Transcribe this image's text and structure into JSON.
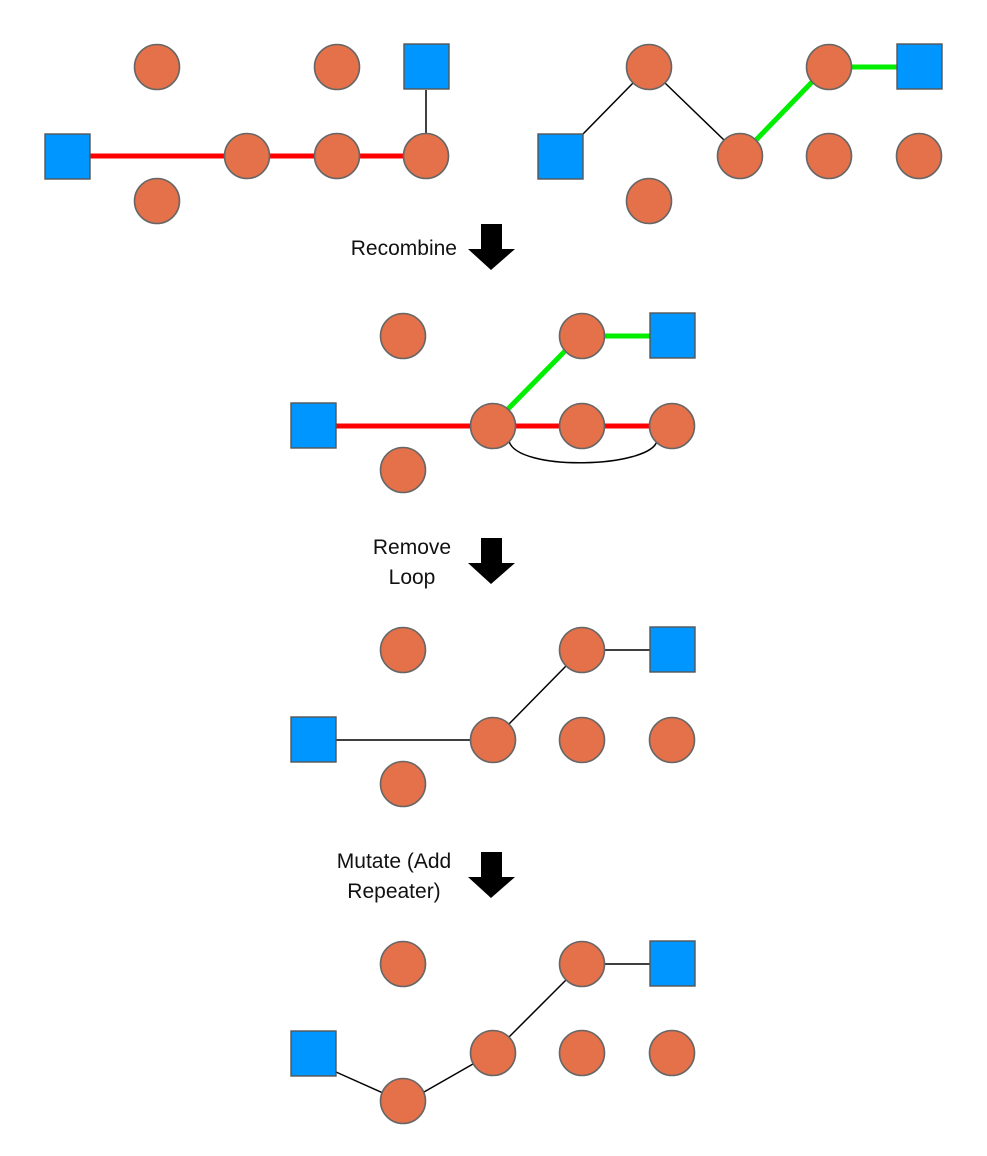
{
  "colors": {
    "background": "#ffffff",
    "node": "#e4714a",
    "terminal": "#0096ff",
    "path_red": "#ff0000",
    "path_green": "#00ee00",
    "link": "#000000"
  },
  "steps": [
    {
      "id": "recombine",
      "lines": [
        "Recombine"
      ]
    },
    {
      "id": "remove-loop",
      "lines": [
        "Remove",
        "Loop"
      ]
    },
    {
      "id": "mutate",
      "lines": [
        "Mutate (Add",
        "Repeater)"
      ]
    }
  ]
}
